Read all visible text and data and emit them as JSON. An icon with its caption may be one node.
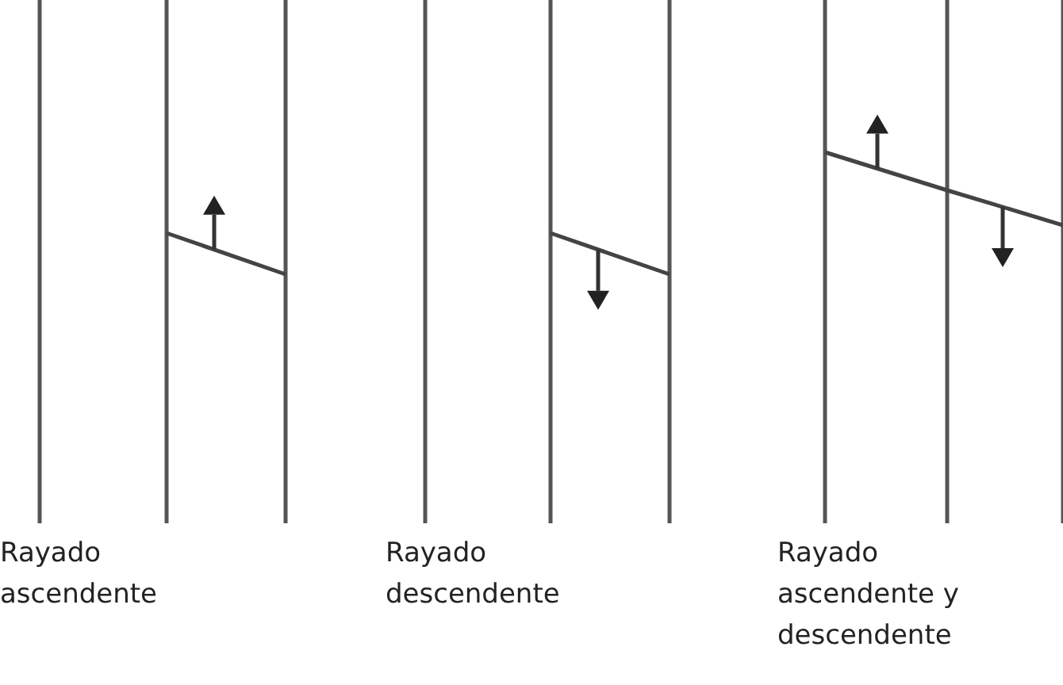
{
  "diagram": {
    "labels": [
      "Rayado ascendente",
      "Rayado descendente",
      "Rayado ascendente y descendente"
    ]
  }
}
